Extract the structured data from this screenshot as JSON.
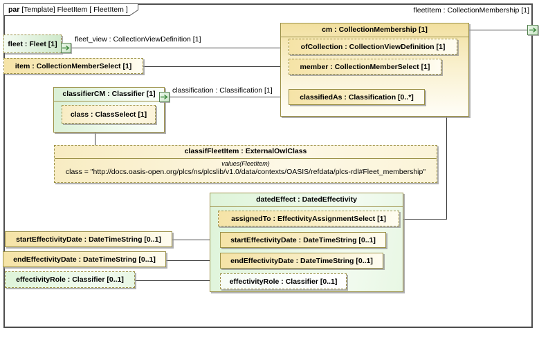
{
  "frame": {
    "kind": "par",
    "title": " [Template] FleetItem [ FleetItem ]"
  },
  "labels": {
    "fleet_item": "fleetItem : CollectionMembership [1]",
    "fleet_view": "fleet_view : CollectionViewDefinition [1]",
    "classification": "classification : Classification [1]"
  },
  "boxes": {
    "cm": {
      "title": "cm : CollectionMembership [1]"
    },
    "of_collection": {
      "label": "ofCollection : CollectionViewDefinition [1]"
    },
    "member": {
      "label": "member : CollectionMemberSelect [1]"
    },
    "classified_as": {
      "label": "classifiedAs : Classification [0..*]"
    },
    "fleet": {
      "label": "fleet : Fleet [1]"
    },
    "item": {
      "label": "item : CollectionMemberSelect [1]"
    },
    "classifier_cm": {
      "title": "classifierCM : Classifier [1]"
    },
    "class_select": {
      "label": "class : ClassSelect [1]"
    },
    "classif_fleet_item": {
      "title": "classifFleetItem : ExternalOwlClass",
      "stereotype": "values(FleetItem)",
      "value": "class = \"http://docs.oasis-open.org/plcs/ns/plcslib/v1.0/data/contexts/OASIS/refdata/plcs-rdl#Fleet_membership\""
    },
    "dated_effect": {
      "title": "datedEffect : DatedEffectivity"
    },
    "assigned_to": {
      "label": "assignedTo : EffectivityAssignmentSelect [1]"
    },
    "start_eff_inner": {
      "label": "startEffectivityDate : DateTimeString [0..1]"
    },
    "end_eff_inner": {
      "label": "endEffectivityDate : DateTimeString [0..1]"
    },
    "eff_role_inner": {
      "label": "effectivityRole : Classifier [0..1]"
    },
    "start_eff_left": {
      "label": "startEffectivityDate : DateTimeString [0..1]"
    },
    "end_eff_left": {
      "label": "endEffectivityDate : DateTimeString [0..1]"
    },
    "eff_role_left": {
      "label": "effectivityRole : Classifier [0..1]"
    }
  },
  "colors": {
    "box_border": "#9c9148",
    "frame_border": "#4d4d4d",
    "cream_fill": "#f2e0a0",
    "green_fill": "#d9efd4",
    "port_border": "#54814f",
    "port_arrow": "#3f8a3f",
    "edge": "#3c3c3c"
  }
}
